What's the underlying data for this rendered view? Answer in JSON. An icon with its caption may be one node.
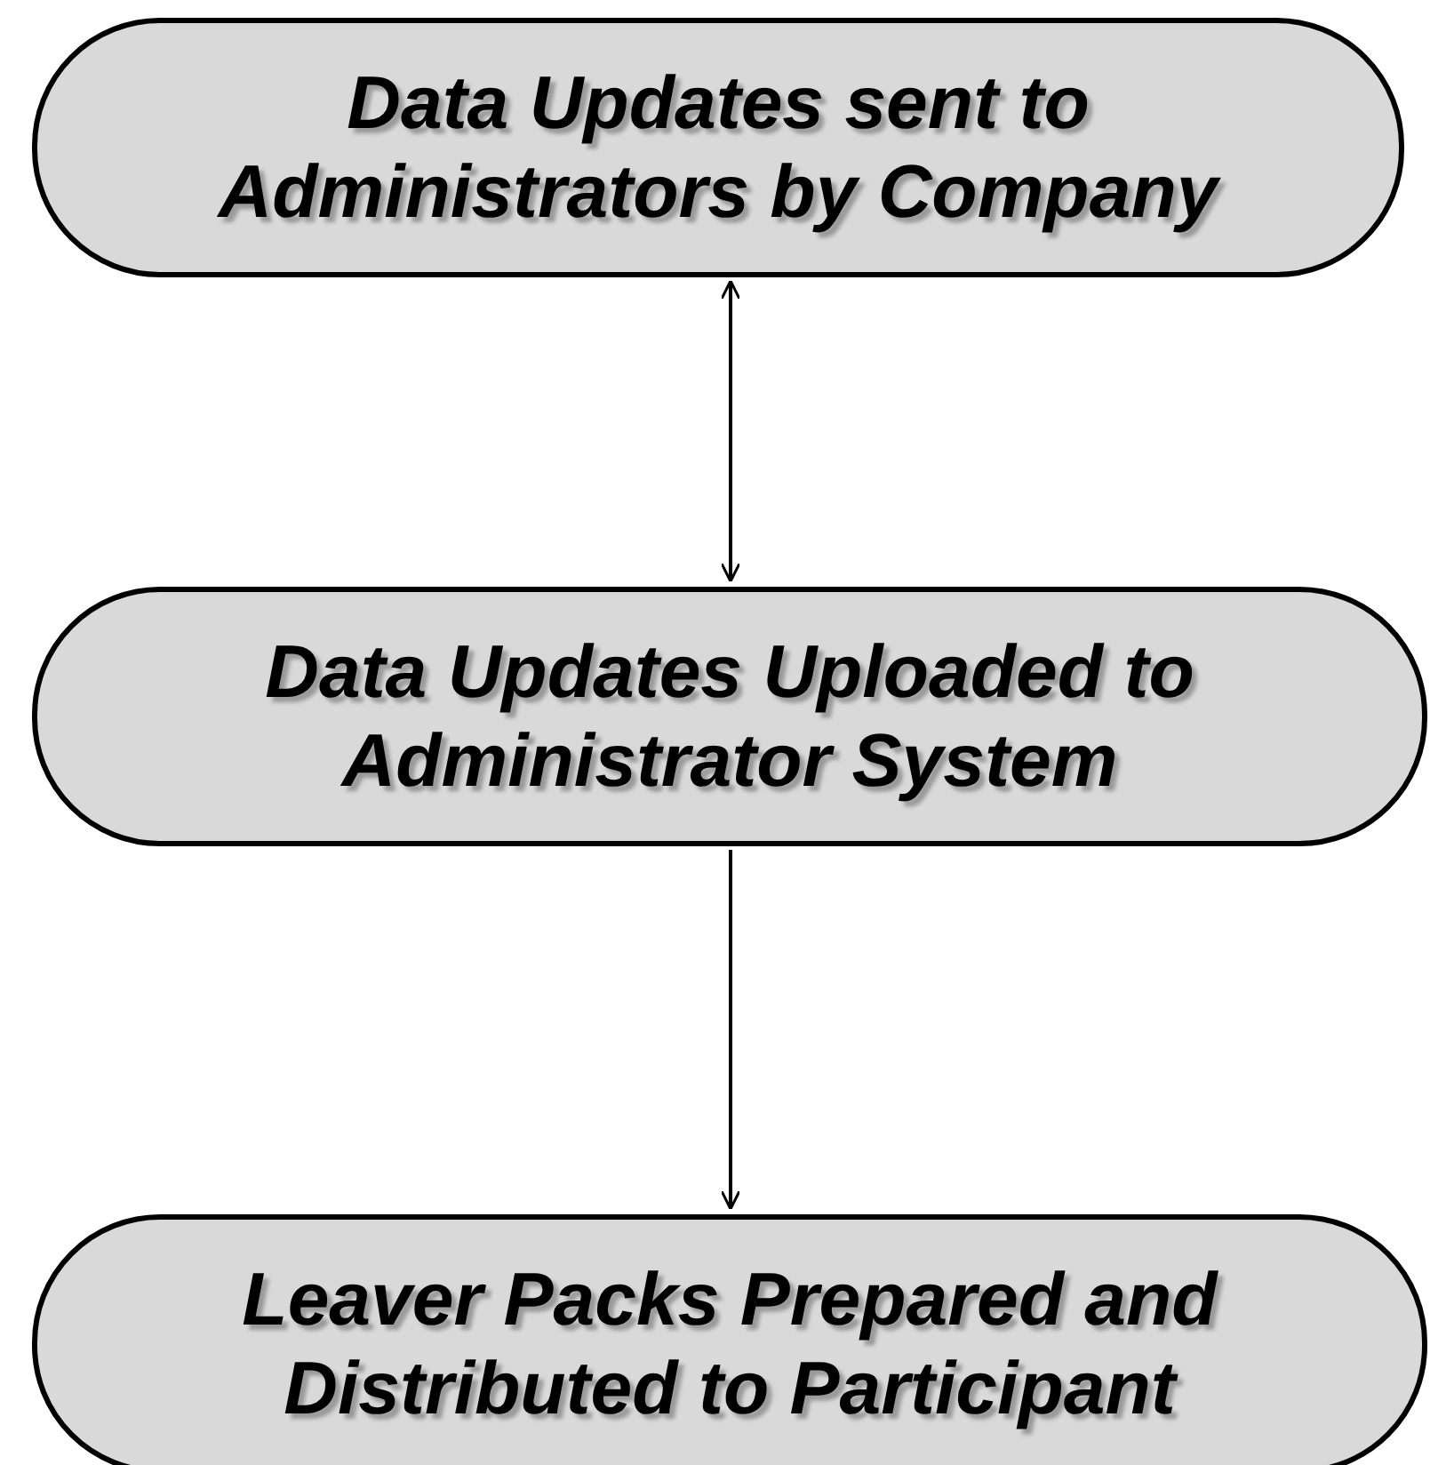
{
  "diagram": {
    "nodes": [
      {
        "text": [
          "Data Updates sent to Administrators by Company"
        ]
      },
      {
        "text": [
          "Data Updates Uploaded to Administrator System"
        ]
      },
      {
        "text": [
          "Leaver Packs Prepared and Distributed to Participant"
        ]
      }
    ],
    "edges": [
      {
        "from": 0,
        "to": 1,
        "arrow": "both"
      },
      {
        "from": 1,
        "to": 2,
        "arrow": "to"
      }
    ]
  }
}
